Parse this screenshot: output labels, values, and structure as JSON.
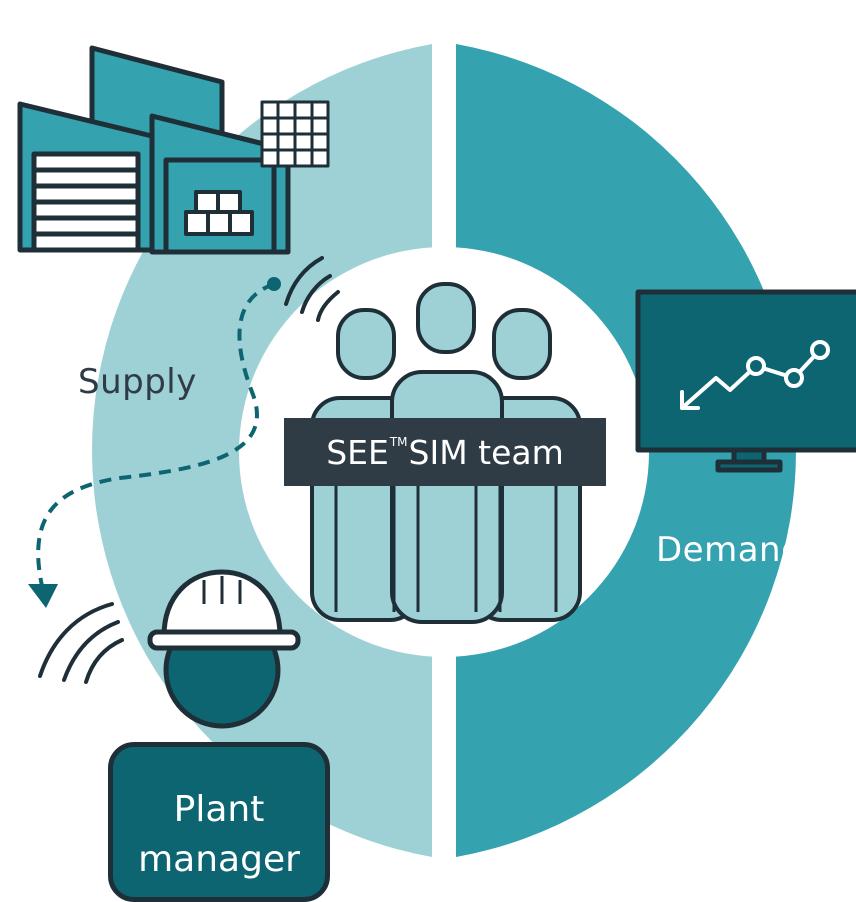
{
  "segments": {
    "supply": {
      "label": "Supply",
      "color": "#9ed1d6"
    },
    "demand": {
      "label": "Demand",
      "color": "#35a2b0"
    }
  },
  "team": {
    "brand": "SEE",
    "trademark": "TM",
    "suffix": "SIM team",
    "banner_color": "#2f3b45"
  },
  "plant_manager": {
    "line1": "Plant",
    "line2": "manager",
    "color": "#0c6571"
  },
  "colors": {
    "outline": "#1f2f38",
    "dark_teal": "#0c6571",
    "light_teal": "#9ed1d6",
    "mid_teal": "#35a2b0"
  }
}
